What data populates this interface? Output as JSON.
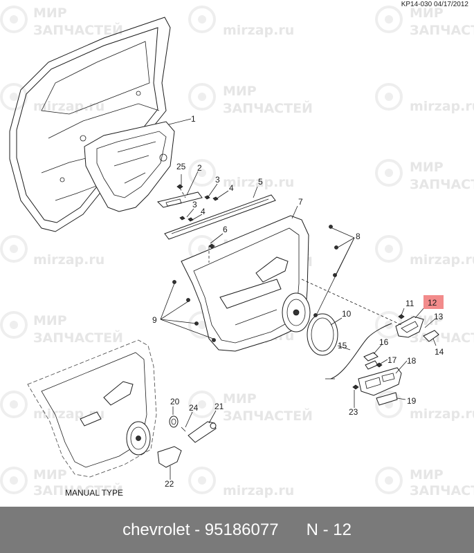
{
  "header": {
    "code": "KP14-030 04/17/2012"
  },
  "watermark": {
    "line1": "МИР",
    "line2": "ЗАПЧАСТЕЙ",
    "site": "mirzap.ru"
  },
  "highlight_color": "#f28b8b",
  "callouts": {
    "c1": "1",
    "c2": "2",
    "c3a": "3",
    "c3b": "3",
    "c4a": "4",
    "c4b": "4",
    "c5": "5",
    "c6": "6",
    "c7": "7",
    "c8": "8",
    "c9": "9",
    "c10": "10",
    "c11": "11",
    "c12": "12",
    "c13": "13",
    "c14": "14",
    "c15": "15",
    "c16": "16",
    "c17": "17",
    "c18": "18",
    "c19": "19",
    "c20": "20",
    "c21": "21",
    "c22": "22",
    "c23": "23",
    "c24": "24",
    "c25": "25"
  },
  "manual_label": "MANUAL TYPE",
  "caption": {
    "brand": "chevrolet",
    "sep": " - ",
    "part_number": "95186077",
    "gap": "      ",
    "position": "N - 12"
  }
}
